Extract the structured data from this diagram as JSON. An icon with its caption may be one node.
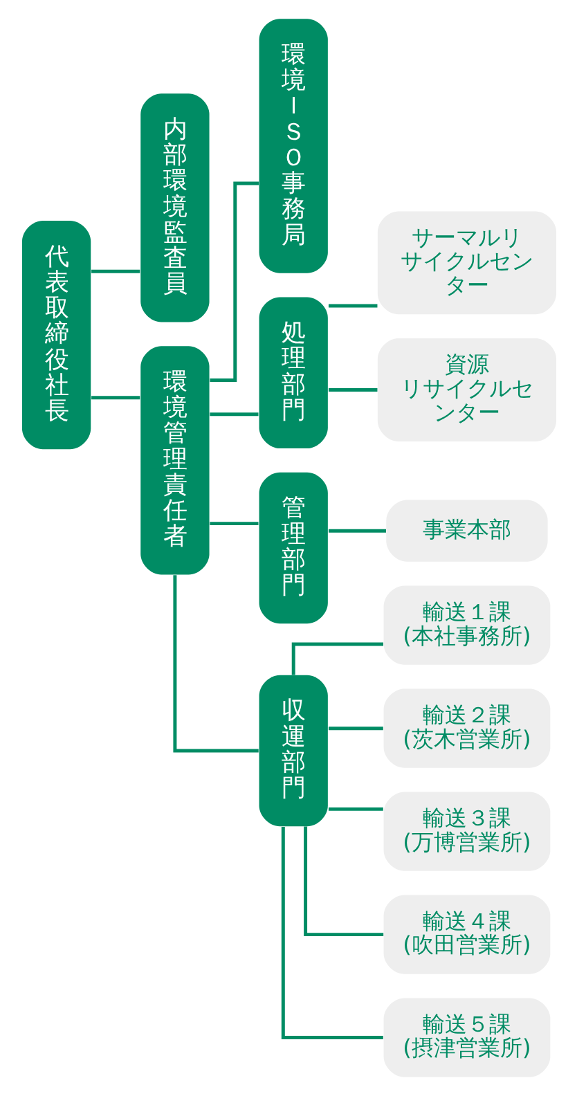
{
  "diagram": {
    "nodes": [
      {
        "text": [
          "代表取締役社長"
        ]
      },
      {
        "text": [
          "内部環境監査員"
        ]
      },
      {
        "text": [
          "環境管理責任者"
        ]
      },
      {
        "text": [
          "環境ＩＳＯ事務局"
        ]
      },
      {
        "text": [
          "処理部門"
        ]
      },
      {
        "text": [
          "サーマルリサイクルセンター"
        ]
      },
      {
        "text": [
          "資源リサイクルセンター"
        ]
      },
      {
        "text": [
          "管理部門"
        ]
      },
      {
        "text": [
          "事業本部"
        ]
      },
      {
        "text": [
          "収運部門"
        ]
      },
      {
        "text": [
          "輸送１課",
          "(本社事務所)"
        ]
      },
      {
        "text": [
          "輸送２課",
          "(茨木営業所)"
        ]
      },
      {
        "text": [
          "輸送３課",
          "(万博営業所)"
        ]
      },
      {
        "text": [
          "輸送４課",
          "(吹田営業所)"
        ]
      },
      {
        "text": [
          "輸送５課",
          "(摂津営業所)"
        ]
      }
    ],
    "edges": [
      {
        "from": 0,
        "to": 1,
        "arrow": "none"
      },
      {
        "from": 0,
        "to": 2,
        "arrow": "none"
      },
      {
        "from": 2,
        "to": 3,
        "arrow": "none"
      },
      {
        "from": 2,
        "to": 4,
        "arrow": "none"
      },
      {
        "from": 2,
        "to": 7,
        "arrow": "none"
      },
      {
        "from": 2,
        "to": 9,
        "arrow": "none"
      },
      {
        "from": 4,
        "to": 5,
        "arrow": "none"
      },
      {
        "from": 4,
        "to": 6,
        "arrow": "none"
      },
      {
        "from": 7,
        "to": 8,
        "arrow": "none"
      },
      {
        "from": 9,
        "to": 10,
        "arrow": "none"
      },
      {
        "from": 9,
        "to": 11,
        "arrow": "none"
      },
      {
        "from": 9,
        "to": 12,
        "arrow": "none"
      },
      {
        "from": 9,
        "to": 13,
        "arrow": "none"
      },
      {
        "from": 9,
        "to": 14,
        "arrow": "none"
      }
    ]
  }
}
